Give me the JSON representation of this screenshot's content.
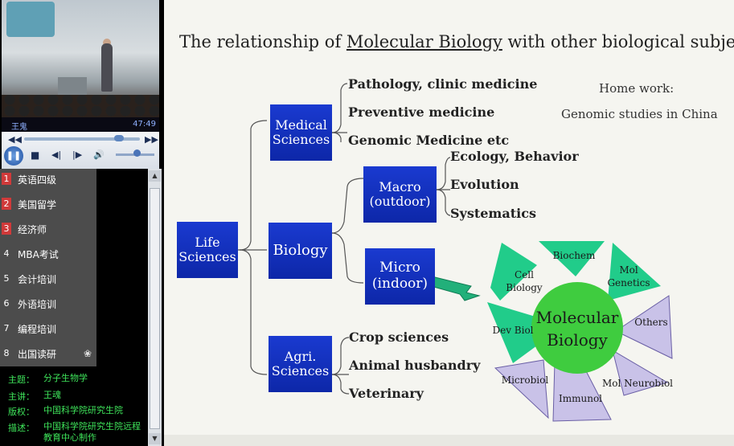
{
  "player": {
    "speaker_name": "王鬼",
    "elapsed": "47:49",
    "progress": 0.82,
    "volume": 0.55
  },
  "playlist": [
    {
      "num": "1",
      "label": "英语四级",
      "highlight": true
    },
    {
      "num": "2",
      "label": "美国留学",
      "highlight": true
    },
    {
      "num": "3",
      "label": "经济师",
      "highlight": true
    },
    {
      "num": "4",
      "label": "MBA考试",
      "highlight": false
    },
    {
      "num": "5",
      "label": "会计培训",
      "highlight": false
    },
    {
      "num": "6",
      "label": "外语培训",
      "highlight": false
    },
    {
      "num": "7",
      "label": "编程培训",
      "highlight": false
    },
    {
      "num": "8",
      "label": "出国读研",
      "highlight": false
    }
  ],
  "meta": {
    "topic_key": "主题：",
    "topic": "分子生物学",
    "lecturer_key": "主讲：",
    "lecturer": "王魂",
    "copyright_key": "版权：",
    "copyright": "中国科学院研究生院",
    "desc_key": "描述：",
    "desc": "中国科学院研究生院远程教育中心制作"
  },
  "slide": {
    "title_pre": "The relationship of ",
    "title_link": "Molecular Biology",
    "title_post": " with other biological subjects",
    "homework": "Home work:",
    "homework_item": "Genomic studies in China",
    "life": "Life Sciences",
    "medical": "Medical Sciences",
    "biology": "Biology",
    "agri": "Agri. Sciences",
    "macro": "Macro (outdoor)",
    "micro": "Micro (indoor)",
    "medical_items": [
      "Pathology, clinic medicine",
      "Preventive medicine",
      "Genomic Medicine etc"
    ],
    "macro_items": [
      "Ecology, Behavior",
      "Evolution",
      "Systematics"
    ],
    "agri_items": [
      "Crop sciences",
      "Animal husbandry",
      "Veterinary"
    ],
    "center": "Molecular Biology",
    "petals": [
      "Cell Biology",
      "Biochem",
      "Mol Genetics",
      "Dev Biol",
      "Others",
      "Mol Neurobiol",
      "Immunol",
      "Microbiol"
    ]
  },
  "colors": {
    "box_blue": "#1a3ad0",
    "green_petal": "#21cc8a",
    "purple_petal": "#c9c2e8",
    "center_green": "#3fcc3f",
    "meta_green": "#3ee35a"
  }
}
